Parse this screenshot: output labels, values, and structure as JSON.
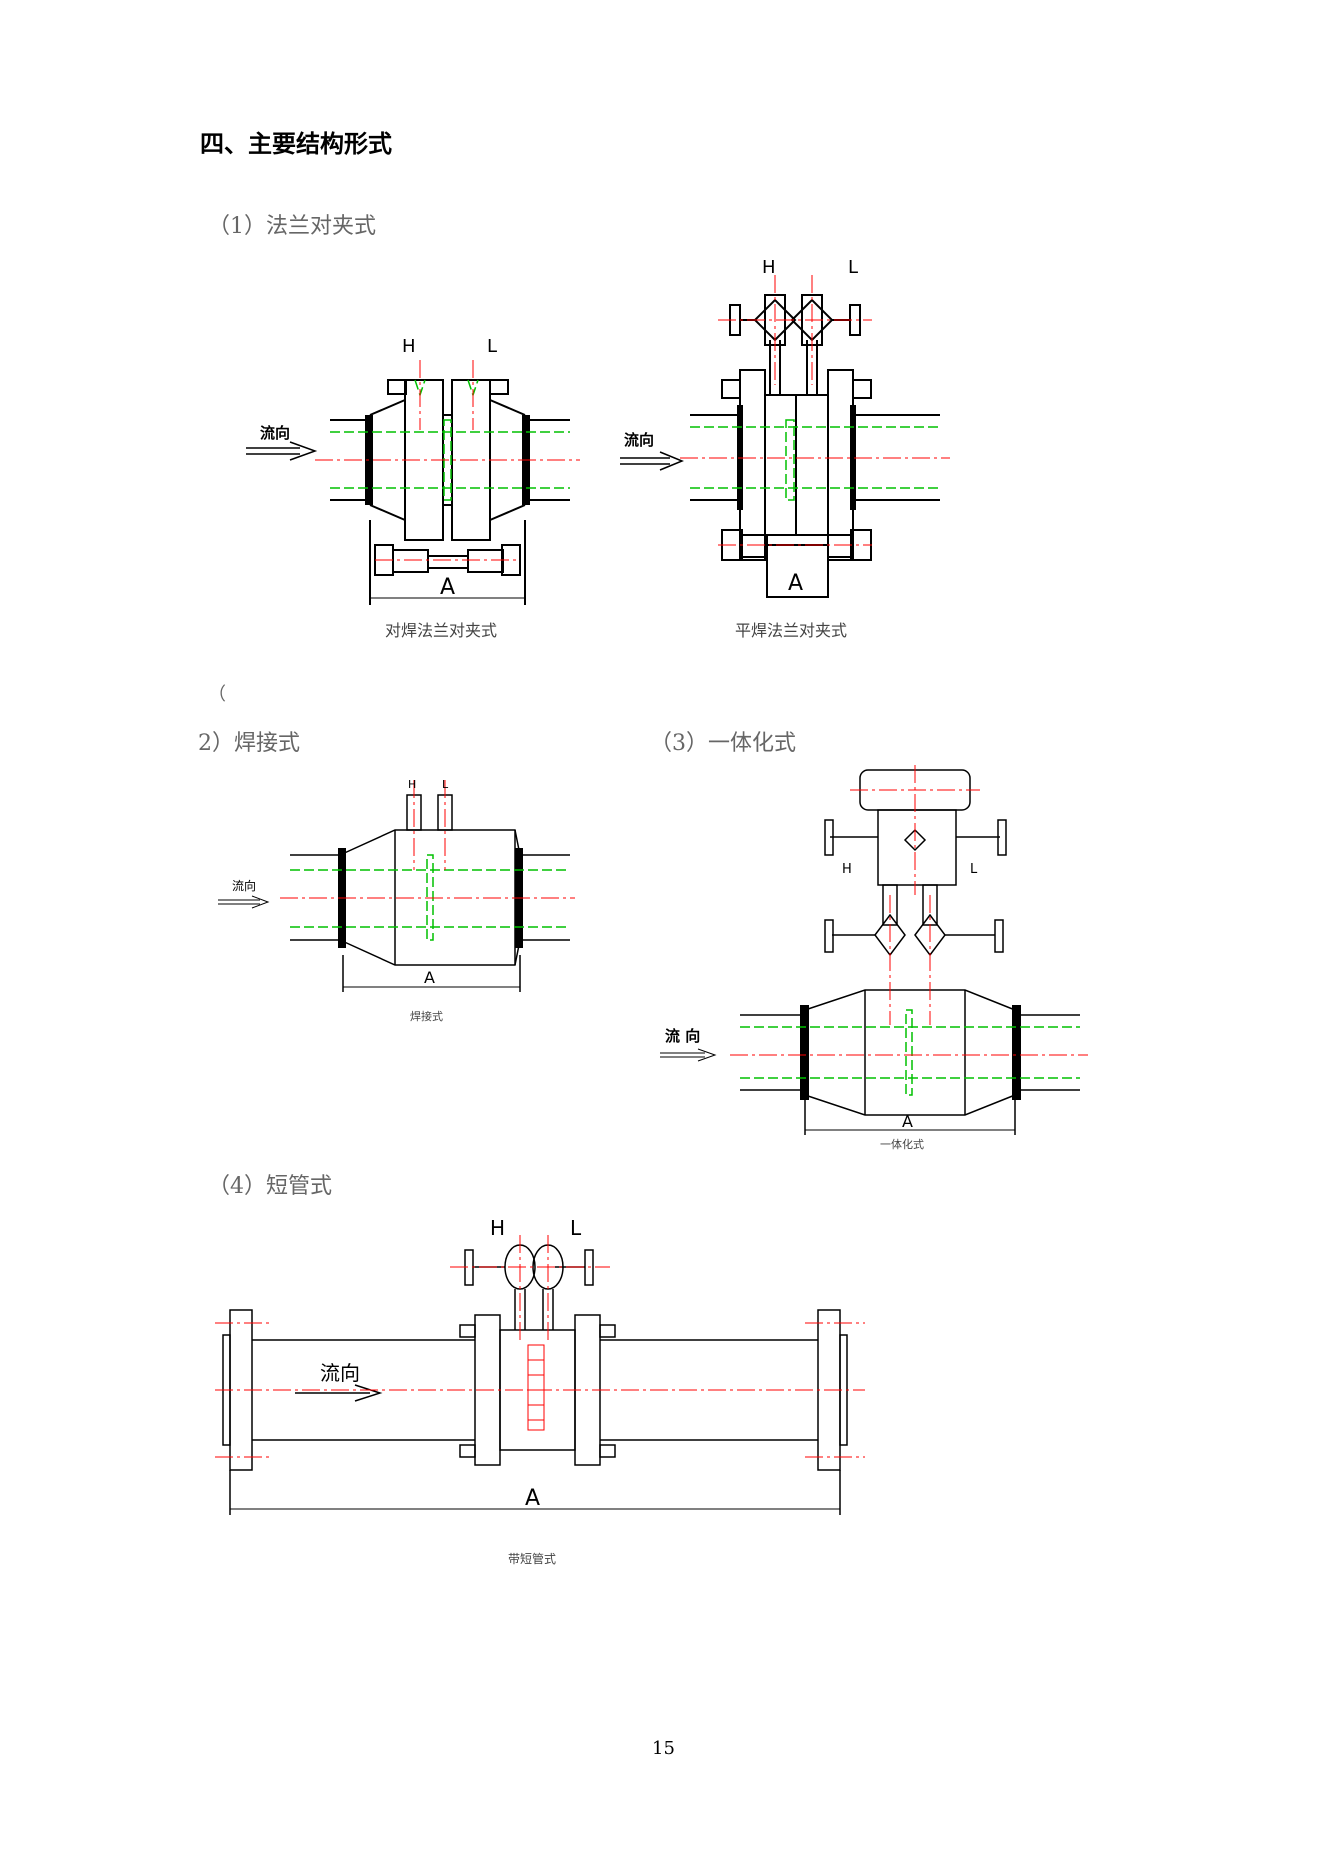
{
  "heading": "四、主要结构形式",
  "sections": {
    "s1": "（1）法兰对夹式",
    "s2_open": "（",
    "s2": "2）焊接式",
    "s3": "（3）一体化式",
    "s4": "（4）短管式"
  },
  "captions": {
    "butt_weld": "对焊法兰对夹式",
    "slip_on": "平焊法兰对夹式",
    "welded": "焊接式",
    "integrated": "一体化式",
    "short_pipe": "带短管式"
  },
  "labels": {
    "flow": "流向",
    "flow_spaced": "流 向",
    "high": "H",
    "low": "L",
    "dimension": "A"
  },
  "page_number": "15",
  "colors": {
    "line": "#000000",
    "centerline": "#ff0000",
    "pipe_edge": "#00c000"
  }
}
